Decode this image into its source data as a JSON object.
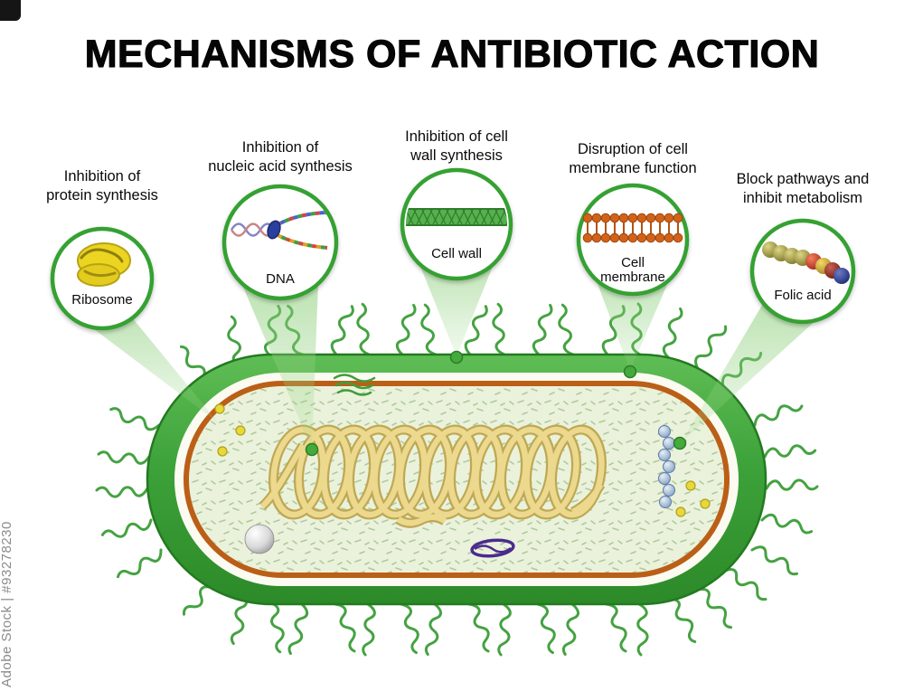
{
  "title": "MECHANISMS OF ANTIBIOTIC ACTION",
  "watermark": "Adobe Stock | #93278230",
  "mechanisms": [
    {
      "id": "protein-synthesis",
      "lines": [
        "Inhibition of",
        "protein synthesis"
      ],
      "target": "Ribosome"
    },
    {
      "id": "nucleic-acid",
      "lines": [
        "Inhibition of",
        "nucleic acid synthesis"
      ],
      "target": "DNA"
    },
    {
      "id": "cell-wall",
      "lines": [
        "Inhibition of cell",
        "wall synthesis"
      ],
      "target": "Cell wall"
    },
    {
      "id": "cell-membrane",
      "lines": [
        "Disruption of cell",
        "membrane function"
      ],
      "target": "Cell membrane"
    },
    {
      "id": "metabolism",
      "lines": [
        "Block pathways and",
        "inhibit metabolism"
      ],
      "target": "Folic acid"
    }
  ],
  "colors": {
    "callout_ring": "#35a132",
    "beam_green": "#86cc74",
    "cell_body_green": "#3da23a",
    "cell_wall_orange": "#bb5f17",
    "cytoplasm": "#ebf2dc",
    "nucleoid_yellow": "#ecd98e",
    "plasmid_purple": "#4b2b8e",
    "membrane_lipid_orange": "#d2621a",
    "ribosome_yellow": "#ecd520"
  }
}
